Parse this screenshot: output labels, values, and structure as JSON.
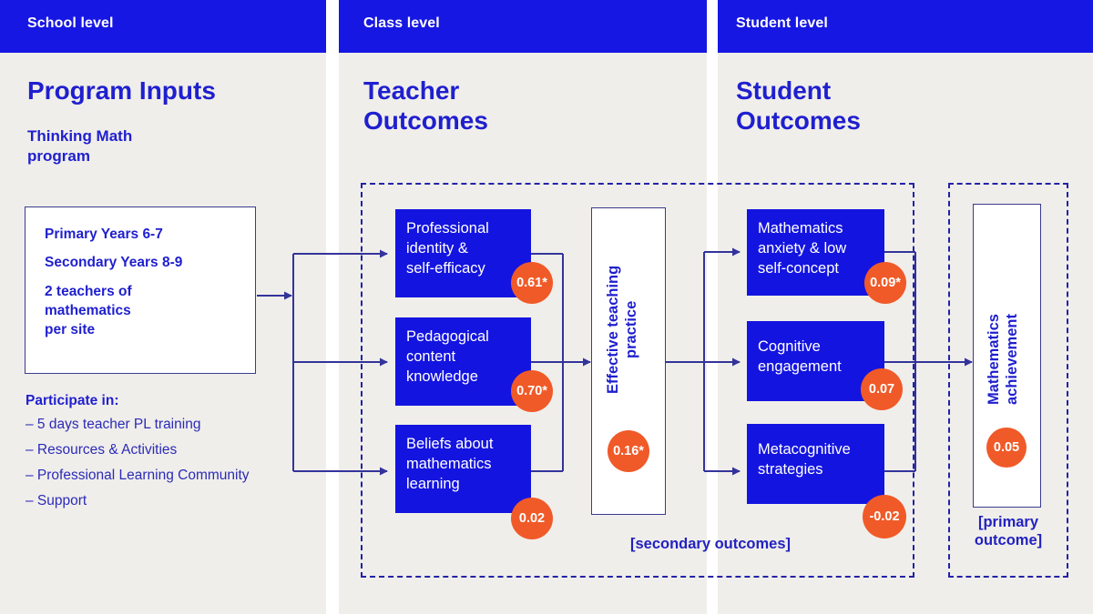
{
  "columns": [
    {
      "band": "School level",
      "title": "Program Inputs",
      "subtitle": "Thinking Math\nprogram"
    },
    {
      "band": "Class level",
      "title": "Teacher\nOutcomes",
      "subtitle": ""
    },
    {
      "band": "Student level",
      "title": "Student\nOutcomes",
      "subtitle": ""
    }
  ],
  "inputs_box": {
    "lines": [
      "Primary Years 6-7",
      "Secondary Years 8-9",
      "2 teachers of",
      "mathematics",
      "per site"
    ]
  },
  "participate": {
    "heading": "Participate in:",
    "items": [
      "– 5 days teacher PL training",
      "– Resources & Activities",
      "– Professional Learning Community",
      "– Support"
    ]
  },
  "teacher_nodes": [
    {
      "label": "Professional\nidentity &\nself-efficacy",
      "effect": "0.61*"
    },
    {
      "label": "Pedagogical\ncontent\nknowledge",
      "effect": "0.70*"
    },
    {
      "label": "Beliefs about\nmathematics\nlearning",
      "effect": "0.02"
    }
  ],
  "mediator": {
    "label": "Effective teaching\npractice",
    "effect": "0.16*"
  },
  "student_nodes": [
    {
      "label": "Mathematics\nanxiety & low\nself-concept",
      "effect": "0.09*"
    },
    {
      "label": "Cognitive\nengagement",
      "effect": "0.07"
    },
    {
      "label": "Metacognitive\nstrategies",
      "effect": "-0.02"
    }
  ],
  "outcome": {
    "label": "Mathematics\nachievement",
    "effect": "0.05"
  },
  "region_labels": {
    "secondary": "[secondary outcomes]",
    "primary": "[primary\noutcome]"
  },
  "colors": {
    "band_blue": "#1717e3",
    "node_blue": "#1414e0",
    "text_blue": "#1f1fcf",
    "badge_orange": "#f05a28",
    "panel_bg": "#f0eeea"
  },
  "chart_data": {
    "type": "diagram",
    "title": "Thinking Math program logic model with effect sizes",
    "nodes": [
      {
        "id": "inputs",
        "level": "School level",
        "label": "Program Inputs"
      },
      {
        "id": "identity",
        "level": "Class level",
        "label": "Professional identity & self-efficacy",
        "effect": 0.61,
        "significant": true
      },
      {
        "id": "pck",
        "level": "Class level",
        "label": "Pedagogical content knowledge",
        "effect": 0.7,
        "significant": true
      },
      {
        "id": "beliefs",
        "level": "Class level",
        "label": "Beliefs about mathematics learning",
        "effect": 0.02,
        "significant": false
      },
      {
        "id": "practice",
        "level": "Class level",
        "label": "Effective teaching practice",
        "effect": 0.16,
        "significant": true
      },
      {
        "id": "anxiety",
        "level": "Student level",
        "label": "Mathematics anxiety & low self-concept",
        "effect": 0.09,
        "significant": true
      },
      {
        "id": "cognitive",
        "level": "Student level",
        "label": "Cognitive engagement",
        "effect": 0.07,
        "significant": false
      },
      {
        "id": "metacog",
        "level": "Student level",
        "label": "Metacognitive strategies",
        "effect": -0.02,
        "significant": false
      },
      {
        "id": "achieve",
        "level": "Student level",
        "label": "Mathematics achievement",
        "effect": 0.05,
        "significant": false
      }
    ],
    "edges": [
      {
        "from": "inputs",
        "to": "identity"
      },
      {
        "from": "inputs",
        "to": "pck"
      },
      {
        "from": "inputs",
        "to": "beliefs"
      },
      {
        "from": "identity",
        "to": "practice"
      },
      {
        "from": "pck",
        "to": "practice"
      },
      {
        "from": "beliefs",
        "to": "practice"
      },
      {
        "from": "practice",
        "to": "anxiety"
      },
      {
        "from": "practice",
        "to": "cognitive"
      },
      {
        "from": "practice",
        "to": "metacog"
      },
      {
        "from": "anxiety",
        "to": "achieve"
      },
      {
        "from": "cognitive",
        "to": "achieve"
      },
      {
        "from": "metacog",
        "to": "achieve"
      }
    ],
    "groups": [
      {
        "label": "[secondary outcomes]",
        "members": [
          "identity",
          "pck",
          "beliefs",
          "practice",
          "anxiety",
          "cognitive",
          "metacog"
        ]
      },
      {
        "label": "[primary outcome]",
        "members": [
          "achieve"
        ]
      }
    ]
  }
}
